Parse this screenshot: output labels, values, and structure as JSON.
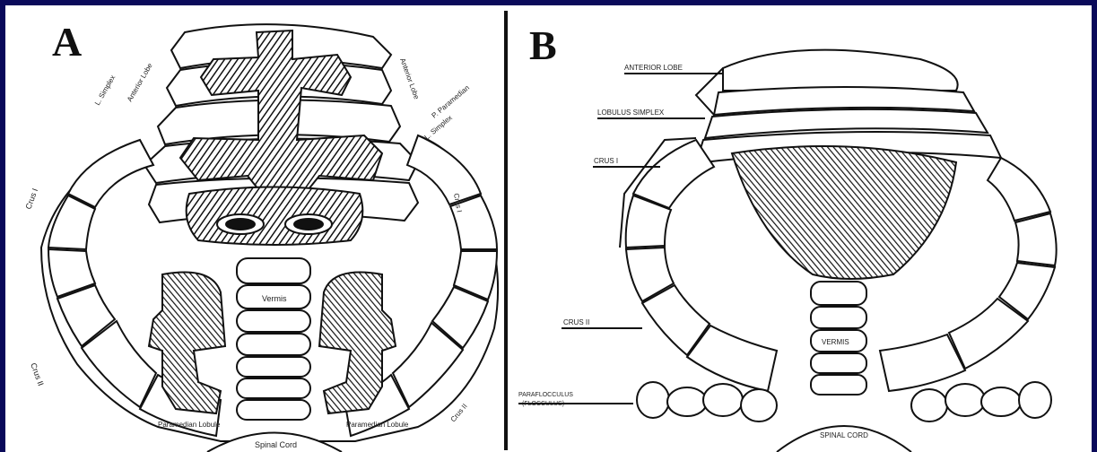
{
  "panels": [
    {
      "letter": "A",
      "labels": {
        "vermis": "Vermis",
        "spinal_cord": "Spinal Cord",
        "crus_1": "Crus I",
        "crus_2": "Crus II",
        "crus_2_right": "Crus II",
        "anterior_lobe_left": "Anterior Lobe",
        "anterior_lobe_right": "Anterior Lobe",
        "simplex_left": "L. Simplex",
        "simplex_right": "L. Simplex",
        "paramedian_left": "Paramedian Lobule",
        "paramedian_right": "Paramedian Lobule",
        "p_paramedian": "P. Paramedian",
        "crus_1_right": "Crus I"
      }
    },
    {
      "letter": "B",
      "labels": {
        "anterior_lobe": "ANTERIOR LOBE",
        "lobulus_simplex": "LOBULUS SIMPLEX",
        "crus_1": "CRUS I",
        "crus_2": "CRUS II",
        "vermis": "VERMIS",
        "paraflocculus": "PARAFLOCCULUS",
        "paraflocculus_2": "(FLOCCULUS)",
        "spinal_cord": "SPINAL CORD"
      }
    }
  ],
  "colors": {
    "border": "#0a0a5a",
    "ink": "#111111",
    "paper": "#ffffff"
  }
}
